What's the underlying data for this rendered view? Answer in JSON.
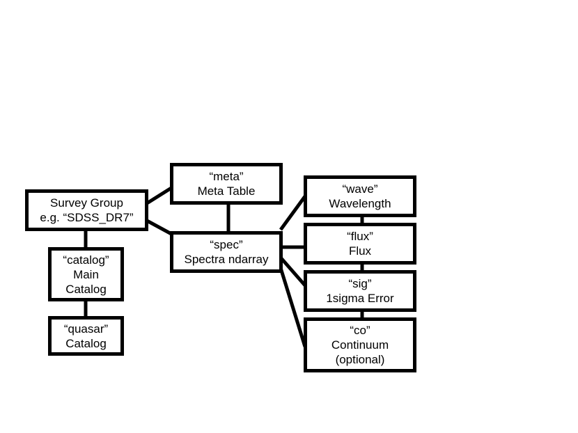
{
  "diagram": {
    "nodes": [
      {
        "id": "survey",
        "lines": [
          "Survey Group",
          "e.g. “SDSS_DR7”"
        ]
      },
      {
        "id": "catalog",
        "lines": [
          "“catalog”",
          "Main",
          "Catalog"
        ]
      },
      {
        "id": "quasar",
        "lines": [
          "“quasar”",
          "Catalog"
        ]
      },
      {
        "id": "meta",
        "lines": [
          "“meta”",
          "Meta Table"
        ]
      },
      {
        "id": "spec",
        "lines": [
          "“spec”",
          "Spectra ndarray"
        ]
      },
      {
        "id": "wave",
        "lines": [
          "“wave”",
          "Wavelength"
        ]
      },
      {
        "id": "flux",
        "lines": [
          "“flux”",
          "Flux"
        ]
      },
      {
        "id": "sig",
        "lines": [
          "“sig”",
          "1sigma Error"
        ]
      },
      {
        "id": "co",
        "lines": [
          "“co”",
          "Continuum",
          "(optional)"
        ]
      }
    ],
    "edges": [
      [
        "survey",
        "meta"
      ],
      [
        "survey",
        "spec"
      ],
      [
        "survey",
        "catalog"
      ],
      [
        "catalog",
        "quasar"
      ],
      [
        "meta",
        "spec"
      ],
      [
        "spec",
        "wave"
      ],
      [
        "spec",
        "flux"
      ],
      [
        "spec",
        "sig"
      ],
      [
        "spec",
        "co"
      ],
      [
        "wave",
        "flux"
      ],
      [
        "flux",
        "sig"
      ],
      [
        "sig",
        "co"
      ]
    ]
  }
}
